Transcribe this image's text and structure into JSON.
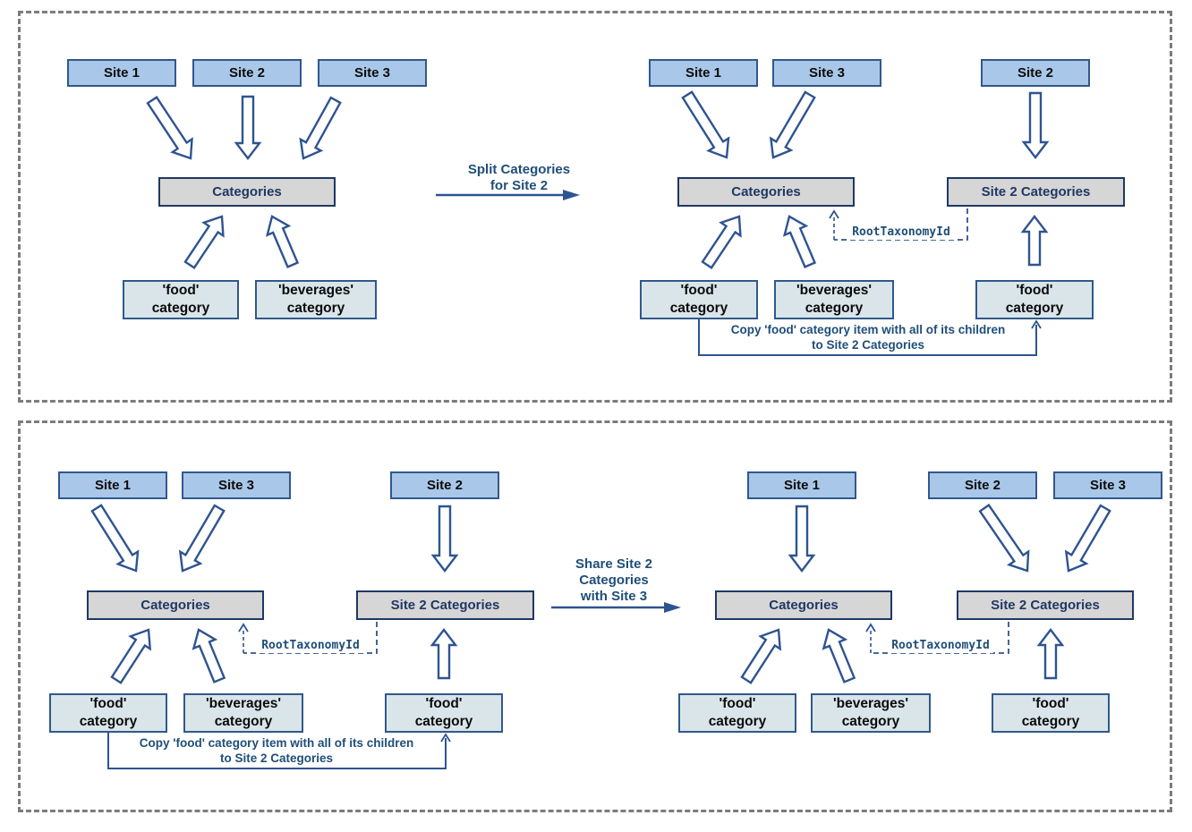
{
  "colors": {
    "site_fill": "#A9C7E8",
    "site_border": "#31588C",
    "group_fill": "#D6D6D6",
    "group_border": "#1F3864",
    "group_text": "#1F3864",
    "category_fill": "#DAE5EA",
    "category_border": "#31588C",
    "category_text": "#0B0B0B",
    "arrow_stroke": "#2E5490",
    "annotation_text": "#1F4E79",
    "panel_border": "#7C7C7C"
  },
  "panels": [
    {
      "transition": {
        "lines": [
          "Split Categories",
          "for Site 2"
        ]
      },
      "diagrams": [
        {
          "sites": {
            "a": "Site 1",
            "b": "Site 2",
            "c": "Site 3"
          },
          "categories": "Categories",
          "food": {
            "l1": "'food'",
            "l2": "category"
          },
          "beverages": {
            "l1": "'beverages'",
            "l2": "category"
          }
        },
        {
          "sites": {
            "a": "Site 1",
            "b": "Site 3",
            "c": "Site 2"
          },
          "categories": "Categories",
          "site2_categories": "Site 2 Categories",
          "food": {
            "l1": "'food'",
            "l2": "category"
          },
          "beverages": {
            "l1": "'beverages'",
            "l2": "category"
          },
          "food_copy": {
            "l1": "'food'",
            "l2": "category"
          },
          "root_taxonomy_label": "RootTaxonomyId",
          "copy_note": {
            "l1": "Copy 'food' category item with all of its children",
            "l2": "to Site 2 Categories"
          }
        }
      ]
    },
    {
      "transition": {
        "lines": [
          "Share Site 2",
          "Categories",
          "with Site 3"
        ]
      },
      "diagrams": [
        {
          "sites": {
            "a": "Site 1",
            "b": "Site 3",
            "c": "Site 2"
          },
          "categories": "Categories",
          "site2_categories": "Site 2 Categories",
          "food": {
            "l1": "'food'",
            "l2": "category"
          },
          "beverages": {
            "l1": "'beverages'",
            "l2": "category"
          },
          "food_copy": {
            "l1": "'food'",
            "l2": "category"
          },
          "root_taxonomy_label": "RootTaxonomyId",
          "copy_note": {
            "l1": "Copy 'food' category item with all of its children",
            "l2": "to Site 2 Categories"
          }
        },
        {
          "sites": {
            "a": "Site 1",
            "b": "Site 2",
            "c": "Site 3"
          },
          "categories": "Categories",
          "site2_categories": "Site 2 Categories",
          "food": {
            "l1": "'food'",
            "l2": "category"
          },
          "beverages": {
            "l1": "'beverages'",
            "l2": "category"
          },
          "food_copy": {
            "l1": "'food'",
            "l2": "category"
          },
          "root_taxonomy_label": "RootTaxonomyId"
        }
      ]
    }
  ]
}
